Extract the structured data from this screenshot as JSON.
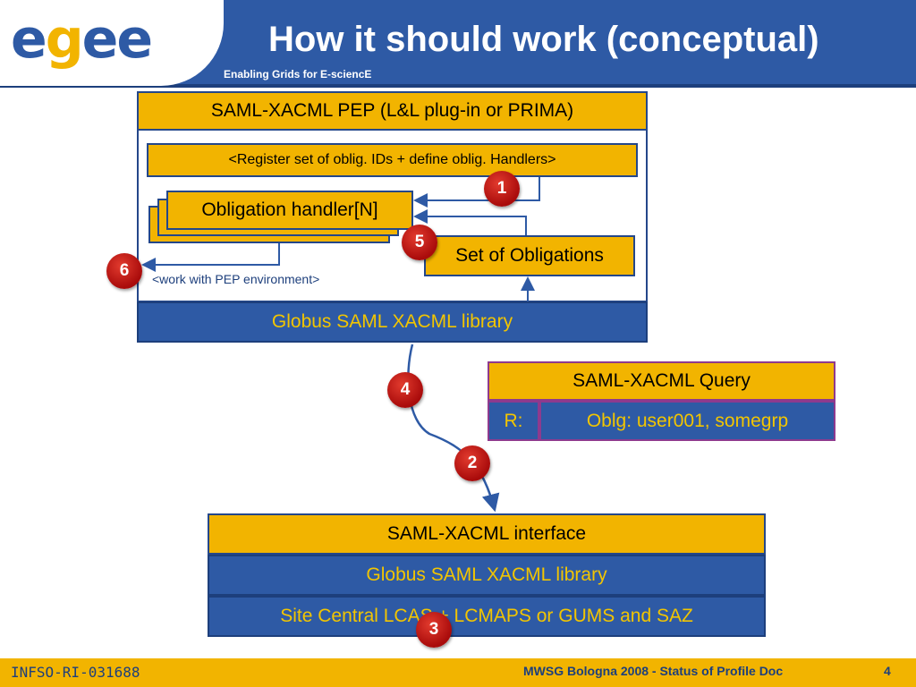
{
  "header": {
    "logo": "egee",
    "tagline": "Enabling Grids for E-sciencE",
    "title": "How it should work (conceptual)"
  },
  "pep": {
    "title": "SAML-XACML PEP (L&L plug-in or PRIMA)",
    "register_label": "<Register set of oblig. IDs + define oblig. Handlers>",
    "obligation_handler": "Obligation handler[N]",
    "set_of_obligations": "Set of Obligations",
    "pep_env_label": "<work with PEP environment>",
    "library": "Globus SAML XACML library"
  },
  "query": {
    "title": "SAML-XACML Query",
    "r_label": "R:",
    "oblg_value": "Oblg: user001, somegrp"
  },
  "server": {
    "interface": "SAML-XACML interface",
    "library": "Globus SAML XACML library",
    "backend": "Site Central LCAS + LCMAPS or GUMS and SAZ"
  },
  "steps": [
    "1",
    "2",
    "3",
    "4",
    "5",
    "6"
  ],
  "footer": {
    "left": "INFSO-RI-031688",
    "center": "MWSG Bologna 2008 - Status of Profile Doc",
    "page": "4"
  },
  "colors": {
    "brand_blue": "#2e5aa5",
    "brand_gold": "#f2b400",
    "badge_red": "#c0140f",
    "query_border": "#8e3a8e"
  }
}
